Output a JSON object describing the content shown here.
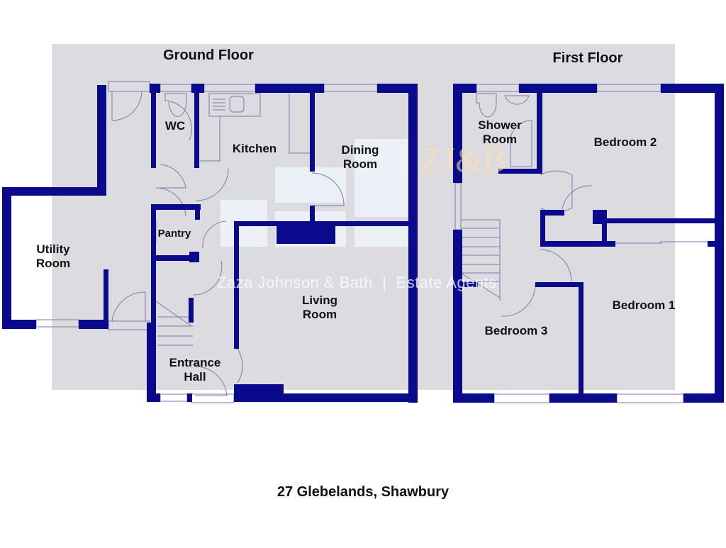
{
  "plan": {
    "address": "27 Glebelands, Shawbury",
    "wall_color": "#0a0a8c",
    "background_color": "#dcdce0",
    "watermark": {
      "text": "Zaza Johnson & Bath  |  Estate Agents",
      "logo": "ZJ&B"
    }
  },
  "ground_floor": {
    "title": "Ground Floor",
    "rooms": [
      {
        "name": "WC"
      },
      {
        "name": "Kitchen"
      },
      {
        "name": "Dining\nRoom"
      },
      {
        "name": "Pantry"
      },
      {
        "name": "Utility\nRoom"
      },
      {
        "name": "Living\nRoom"
      },
      {
        "name": "Entrance\nHall"
      }
    ]
  },
  "first_floor": {
    "title": "First Floor",
    "rooms": [
      {
        "name": "Shower\nRoom"
      },
      {
        "name": "Bedroom 2"
      },
      {
        "name": "Bedroom 1"
      },
      {
        "name": "Bedroom 3"
      }
    ]
  }
}
